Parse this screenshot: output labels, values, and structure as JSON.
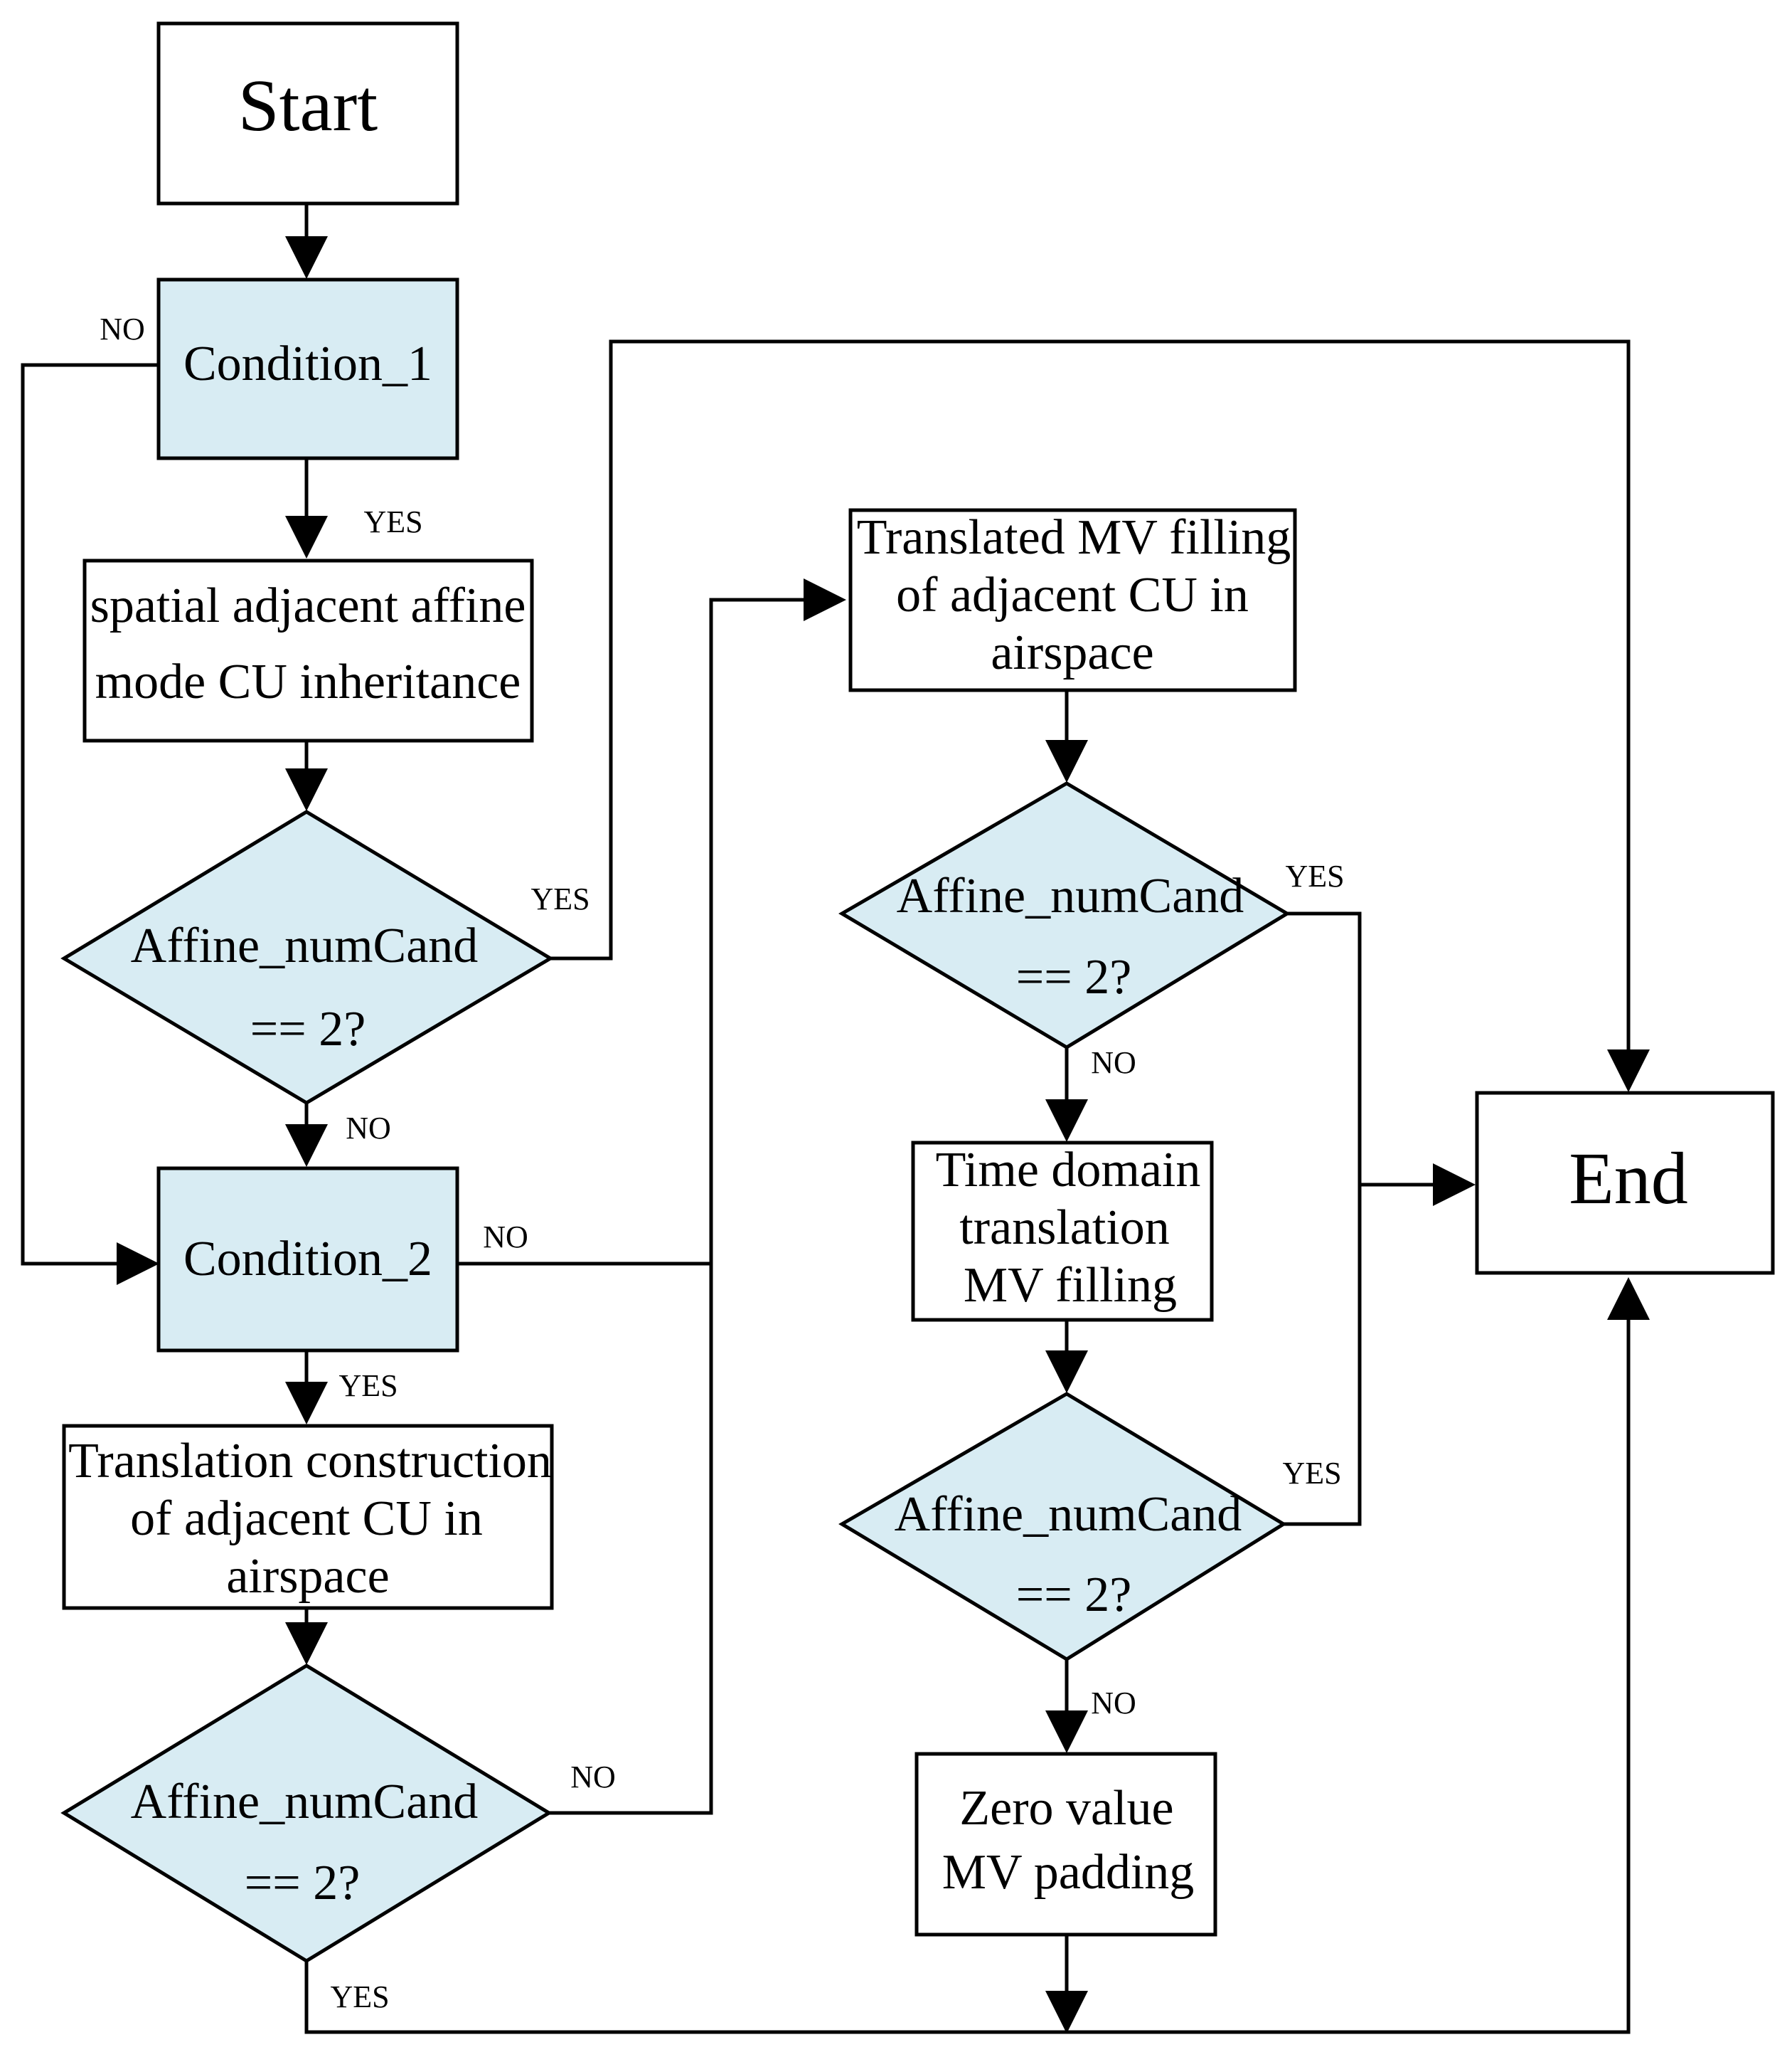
{
  "colors": {
    "decision_fill": "#d8ecf3",
    "process_fill": "#ffffff",
    "stroke": "#000000"
  },
  "nodes": {
    "start": "Start",
    "condition_1": "Condition_1",
    "spatial_inherit": [
      "spatial adjacent affine",
      "mode CU inheritance"
    ],
    "check_1": [
      "Affine_numCand",
      "== 2?"
    ],
    "condition_2": "Condition_2",
    "translation_construct": [
      "Translation construction",
      "of adjacent CU in",
      "airspace"
    ],
    "check_2": [
      "Affine_numCand",
      "== 2?"
    ],
    "translated_mv": [
      "Translated MV filling",
      "of adjacent CU in",
      "airspace"
    ],
    "check_3": [
      "Affine_numCand",
      "== 2?"
    ],
    "time_domain": [
      "Time domain",
      "translation",
      "MV filling"
    ],
    "check_4": [
      "Affine_numCand",
      "== 2?"
    ],
    "zero_value": [
      "Zero value",
      "MV padding"
    ],
    "end": "End"
  },
  "edge_labels": {
    "c1_no": "NO",
    "c1_yes": "YES",
    "check1_yes": "YES",
    "check1_no": "NO",
    "c2_no": "NO",
    "c2_yes": "YES",
    "check2_no": "NO",
    "check2_yes": "YES",
    "check3_yes": "YES",
    "check3_no": "NO",
    "check4_yes": "YES",
    "check4_no": "NO"
  }
}
